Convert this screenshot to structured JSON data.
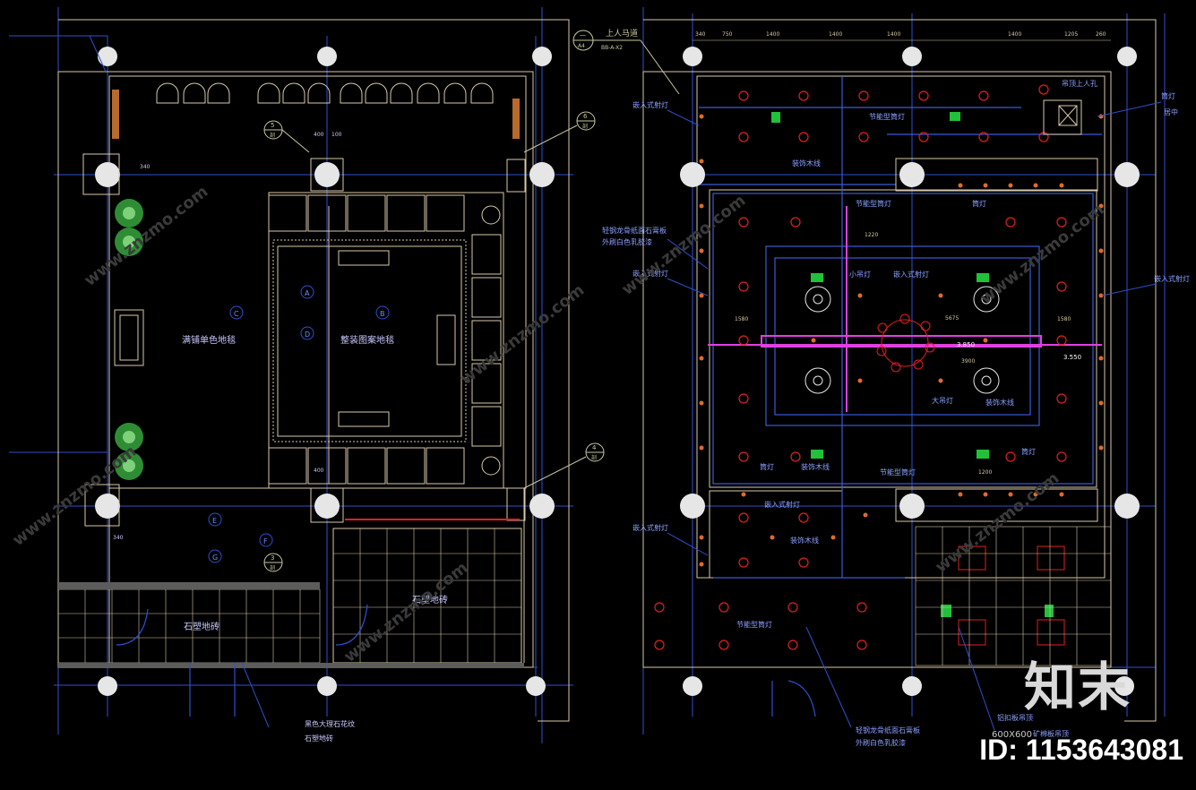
{
  "plan_left": {
    "labels": {
      "carpet_plain": "满铺单色地毯",
      "carpet_pattern": "整装图案地毯",
      "tile_left": "石塑地砖",
      "tile_right": "石塑地砖",
      "marble_note_1": "黑色大理石花纹",
      "marble_note_2": "石塑地砖"
    },
    "view_markers": [
      "A",
      "B",
      "C",
      "D",
      "E",
      "F",
      "G"
    ],
    "section_callouts": [
      {
        "num": "5",
        "sheet": "剖"
      },
      {
        "num": "6",
        "sheet": "剖"
      },
      {
        "num": "3",
        "sheet": "剖"
      },
      {
        "num": "4",
        "sheet": "剖"
      }
    ],
    "dims": {
      "d340": "340",
      "d400": "400",
      "d100": "100"
    }
  },
  "plan_right": {
    "top_callout": {
      "num": "一",
      "sheet": "A4",
      "title": "上人马道",
      "ref": "BB-A-X2"
    },
    "top_dims": [
      "340",
      "750",
      "1400",
      "1400",
      "1400",
      "1400",
      "1205",
      "260"
    ],
    "labels": {
      "access": "吊顶上人孔",
      "center": "居中",
      "downlight_1": "筒灯",
      "spot": "节能型筒灯",
      "decor_line": "装饰木线",
      "led_strip": "筒灯",
      "recessed": "嵌入式射灯",
      "metal_edge_1": "轻钢龙骨纸面石膏板",
      "metal_edge_2": "外刷白色乳胶漆",
      "small_chandelier": "小吊灯",
      "big_chandelier": "大吊灯",
      "recessed_2": "嵌入式射灯",
      "recessed_3": "嵌入式射灯",
      "spot_2": "节能型筒灯",
      "spot_3": "节能型筒灯",
      "decor_line_2": "装饰木线",
      "decor_line_3": "装饰木线",
      "decor_line_4": "装饰木线",
      "downlight_2": "筒灯",
      "downlight_3": "筒灯",
      "bottom_note_1": "轻钢龙骨纸面石膏板",
      "bottom_note_2": "外刷白色乳胶漆",
      "grid_note": "600X600",
      "grid_note_2": "铝扣板吊顶",
      "grid_note_3": "矿棉板吊顶",
      "elev_1": "3.850",
      "elev_2": "3.550",
      "dim_5675": "5675",
      "dim_1580a": "1580",
      "dim_1580b": "1580",
      "dim_3900": "3900",
      "dim_1220": "1220",
      "dim_1200": "1200"
    }
  },
  "watermark": {
    "site": "www.znzmo.com",
    "logo": "知末",
    "id_text": "ID: 1153643081"
  },
  "colors": {
    "background": "#000000",
    "grid": "#2f4fd0",
    "wall": "#d8c9a8",
    "door": "#c99a5a",
    "red": "#e02020",
    "magenta": "#e040e0",
    "green": "#22c13a",
    "text": "#c8c8ff"
  }
}
